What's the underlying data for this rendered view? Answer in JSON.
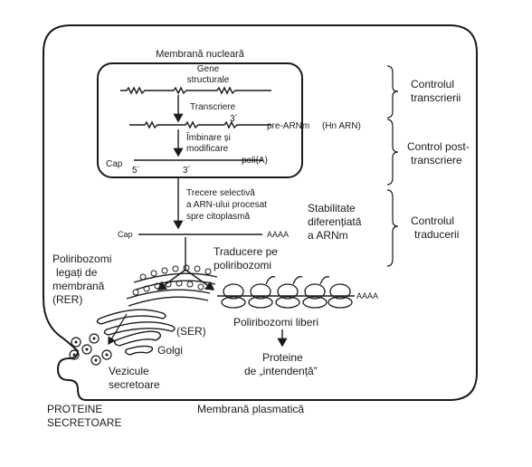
{
  "labels": {
    "nuclear_membrane": "Membrană nucleară",
    "genes_line1": "Gene",
    "genes_line2": "structurale",
    "transcription": "Transcriere",
    "three_prime_a": "3´",
    "pre_mrna": "pre-ARNm",
    "hn_arn": "(Hn ARN)",
    "splicing_line1": "Îmbinare și",
    "splicing_line2": "modificare",
    "poly_a": "poli(A)",
    "cap_nuclear": "Cap",
    "five_prime": "5´",
    "three_prime_b": "3´",
    "selective_line1": "Trecere selectivă",
    "selective_line2": "a ARN-ului procesat",
    "selective_line3": "spre citoplasmă",
    "cap_cyto": "Cap",
    "aaaa_cyto": "AAAA",
    "stability_line1": "Stabilitate",
    "stability_line2": "diferențiată",
    "stability_line3": "a ARNm",
    "translation_line1": "Traducere pe",
    "translation_line2": "poliribozomi",
    "bound_line1": "Poliribozomi",
    "bound_line2": "legați de",
    "bound_line3": "membrană",
    "bound_line4": "(RER)",
    "ser": "(SER)",
    "golgi": "Golgi",
    "vesicles_line1": "Vezicule",
    "vesicles_line2": "secretoare",
    "free_polyribosomes": "Poliribozomi liberi",
    "aaaa_free": "AAAA",
    "proteins_line1": "Proteine",
    "proteins_line2": "de „intendență”",
    "secreted_line1": "PROTEINE",
    "secreted_line2": "SECRETOARE",
    "plasma_membrane": "Membrană plasmatică"
  },
  "control_levels": [
    {
      "line1": "Controlul",
      "line2": "transcrierii"
    },
    {
      "line1": "Control post-",
      "line2": "transcriere"
    },
    {
      "line1": "Controlul",
      "line2": "traducerii"
    }
  ]
}
